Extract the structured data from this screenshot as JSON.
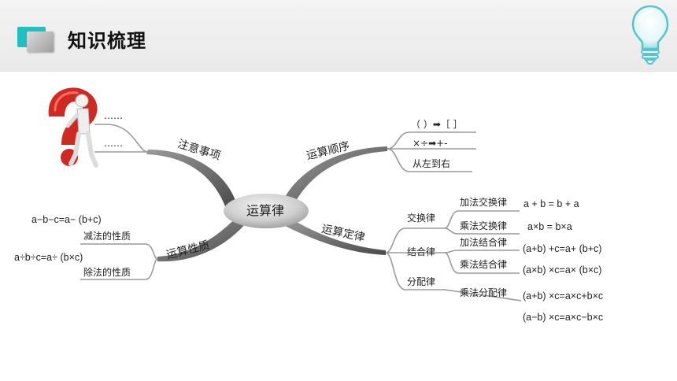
{
  "header": {
    "title": "知识梳理"
  },
  "mindmap": {
    "center": "运算律",
    "precautions": {
      "label": "注意事项",
      "items": [
        "……",
        "……"
      ]
    },
    "order": {
      "label": "运算顺序",
      "items": [
        "（ ）➡［ ］",
        "×÷➡+-",
        "从左到右"
      ]
    },
    "laws": {
      "label": "运算定律",
      "commutative": {
        "label": "交换律",
        "add": {
          "name": "加法交换律",
          "formula": "a + b = b + a"
        },
        "mul": {
          "name": "乘法交换律",
          "formula": "a×b = b×a"
        }
      },
      "associative": {
        "label": "结合律",
        "add": {
          "name": "加法结合律",
          "formula": "(a+b) +c=a+ (b+c)"
        },
        "mul": {
          "name": "乘法结合律",
          "formula": "(a×b) ×c=a× (b×c)"
        }
      },
      "distributive": {
        "label": "分配律",
        "mul": {
          "name": "乘法分配律",
          "formula1": "(a+b) ×c=a×c+b×c",
          "formula2": "(a−b) ×c=a×c−b×c"
        }
      }
    },
    "properties": {
      "label": "运算性质",
      "sub": {
        "name": "减法的性质",
        "formula": "a−b−c=a− (b+c)"
      },
      "div": {
        "name": "除法的性质",
        "formula": "a÷b÷c=a÷ (b×c)"
      }
    }
  }
}
